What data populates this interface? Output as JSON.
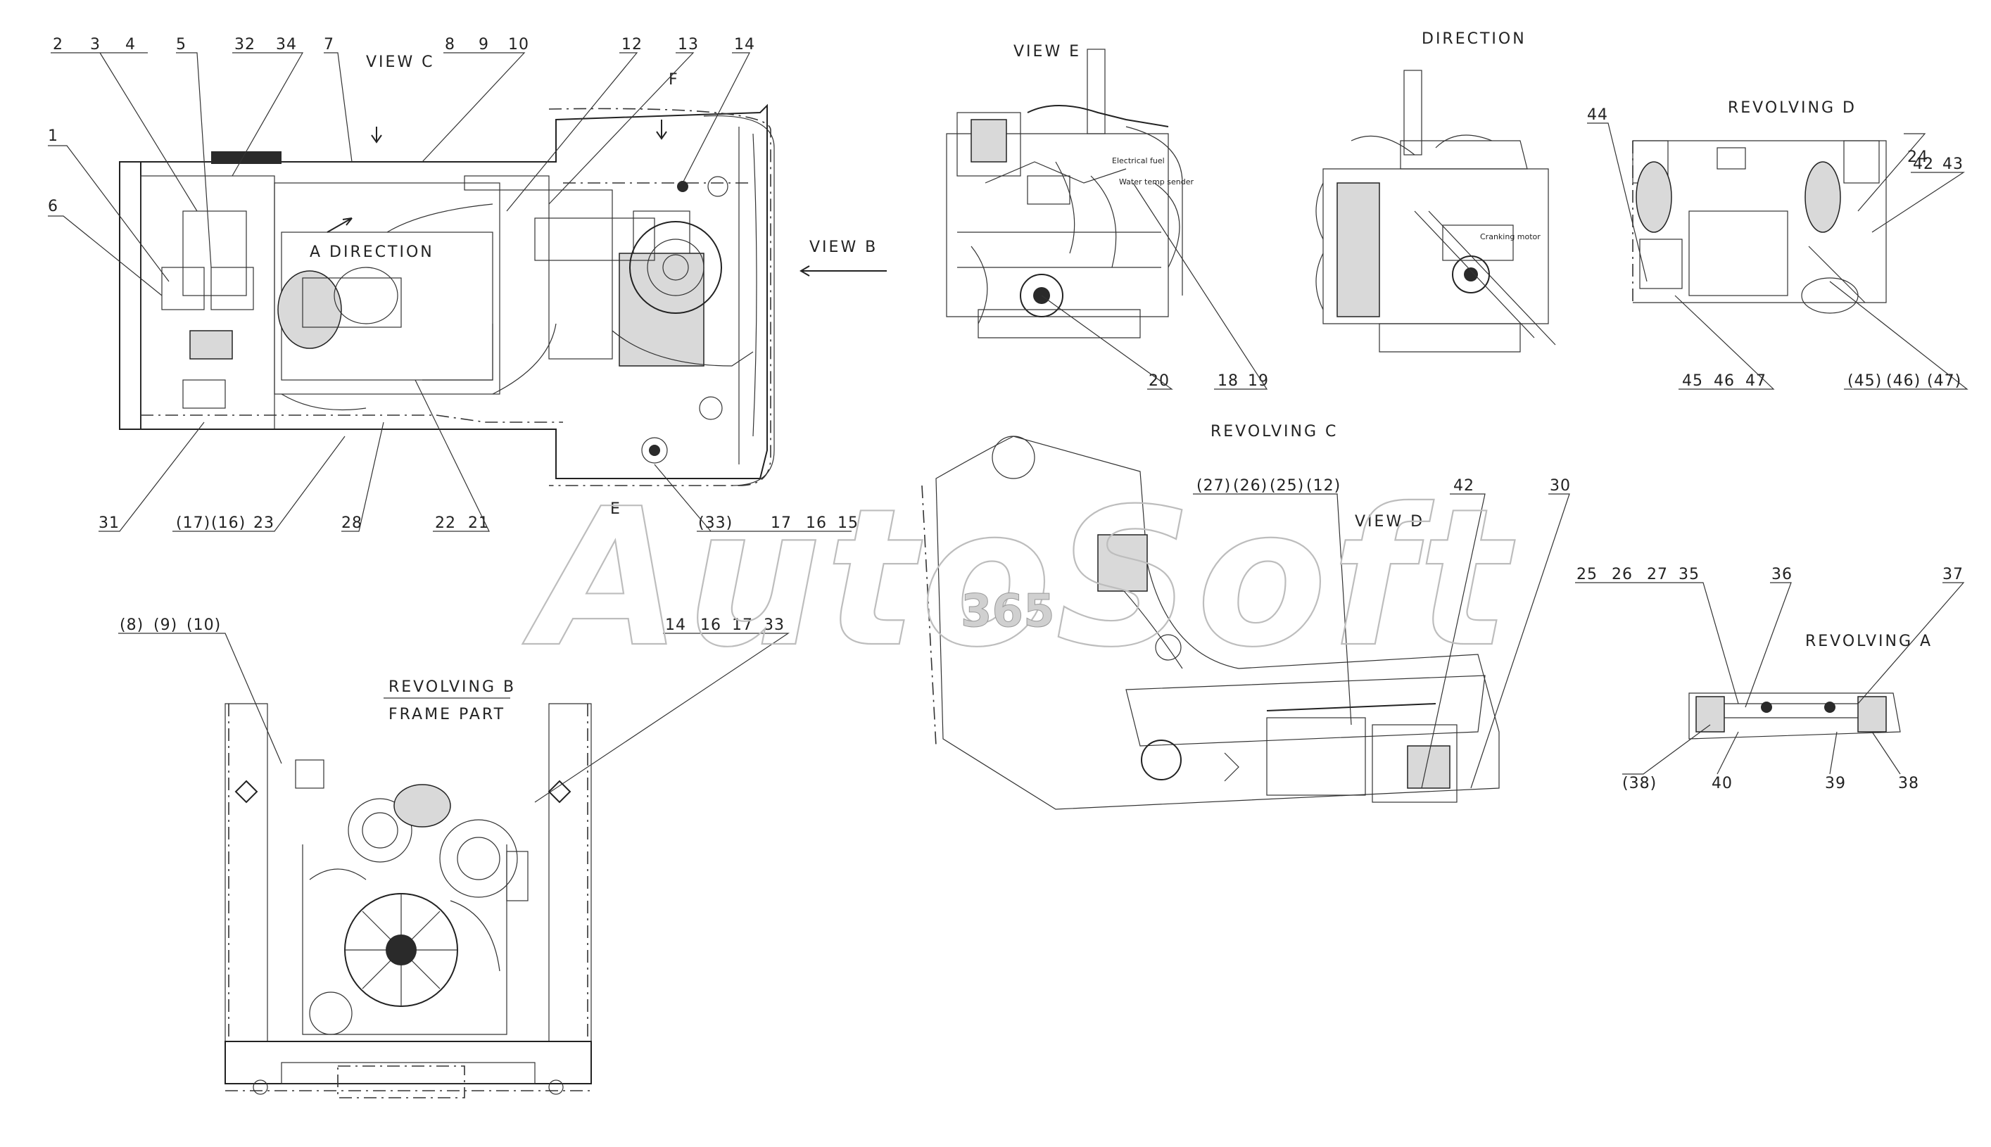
{
  "views": {
    "view_c": "VIEW C",
    "view_b": "VIEW B",
    "view_e": "VIEW E",
    "view_d": "VIEW D",
    "direction_top": "DIRECTION",
    "direction_a": "A DIRECTION",
    "revolving_d": "REVOLVING  D",
    "revolving_c": "REVOLVING  C",
    "revolving_b": "REVOLVING  B",
    "revolving_a": "REVOLVING  A",
    "frame_part": "FRAME PART",
    "marker_e": "E",
    "marker_f": "F"
  },
  "callouts": {
    "top_left": [
      "2",
      "3",
      "4",
      "5",
      "32",
      "34",
      "7",
      "8",
      "9",
      "10",
      "12",
      "13",
      "14"
    ],
    "left_side": [
      "1",
      "6"
    ],
    "bottom_left": [
      "31",
      "(17)",
      "(16)",
      "23",
      "28",
      "22",
      "21",
      "(33)",
      "17",
      "16",
      "15"
    ],
    "view_e": [
      "20",
      "18",
      "19"
    ],
    "revolving_d": [
      "44",
      "24",
      "42",
      "43",
      "45",
      "46",
      "47",
      "(45)",
      "(46)",
      "(47)"
    ],
    "revolving_c": [
      "(27)",
      "(26)",
      "(25)",
      "(12)",
      "42",
      "30"
    ],
    "revolving_b": [
      "(8)",
      "(9)",
      "(10)",
      "14",
      "16",
      "17",
      "33"
    ],
    "revolving_a": [
      "25",
      "26",
      "27",
      "35",
      "36",
      "37",
      "(38)",
      "40",
      "39",
      "38"
    ]
  },
  "engine_labels": {
    "electrical": "Electrical fuel",
    "water": "Water temp sender",
    "cranking": "Cranking motor"
  },
  "watermark": {
    "brand": "AutoSoft",
    "number": "365"
  }
}
